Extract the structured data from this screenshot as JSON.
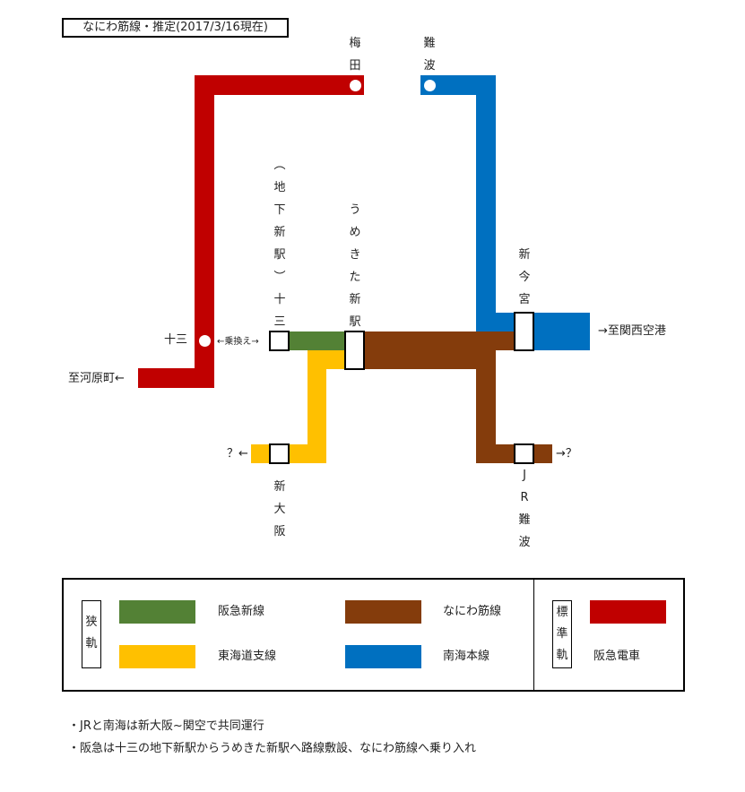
{
  "title": "なにわ筋線・推定(2017/3/16現在)",
  "colors": {
    "hankyu_shinsen": "#538135",
    "naniwasuji": "#843C0C",
    "tokaido_shisen": "#FFC000",
    "nankai": "#0070C0",
    "hankyu_dentetsu": "#C00000"
  },
  "stations": {
    "umeda": [
      "梅",
      "田"
    ],
    "namba": [
      "難",
      "波"
    ],
    "juso_underground": [
      "︵",
      "地",
      "下",
      "新",
      "駅",
      "︶",
      "十",
      "三"
    ],
    "umekita": [
      "う",
      "め",
      "き",
      "た",
      "新",
      "駅"
    ],
    "shin_imamiya": [
      "新",
      "今",
      "宮"
    ],
    "shin_osaka": [
      "新",
      "大",
      "阪"
    ],
    "jr_namba": [
      "J",
      "R",
      "難",
      "波"
    ],
    "juso": "十三"
  },
  "labels": {
    "transfer": "←乗換え→",
    "to_kawaramachi": "至河原町←",
    "to_kix": "→至関西空港",
    "west_unknown": "？←",
    "east_unknown": "→？"
  },
  "legend": {
    "narrow_gauge": [
      "狭",
      "軌"
    ],
    "standard_gauge": [
      "標",
      "準",
      "軌"
    ],
    "items": [
      {
        "name": "阪急新線",
        "color": "#538135"
      },
      {
        "name": "東海道支線",
        "color": "#FFC000"
      },
      {
        "name": "なにわ筋線",
        "color": "#843C0C"
      },
      {
        "name": "南海本線",
        "color": "#0070C0"
      },
      {
        "name": "阪急電車",
        "color": "#C00000"
      }
    ]
  },
  "notes": [
    "・JRと南海は新大阪~関空で共同運行",
    "・阪急は十三の地下新駅からうめきた新駅へ路線敷設、なにわ筋線へ乗り入れ"
  ]
}
